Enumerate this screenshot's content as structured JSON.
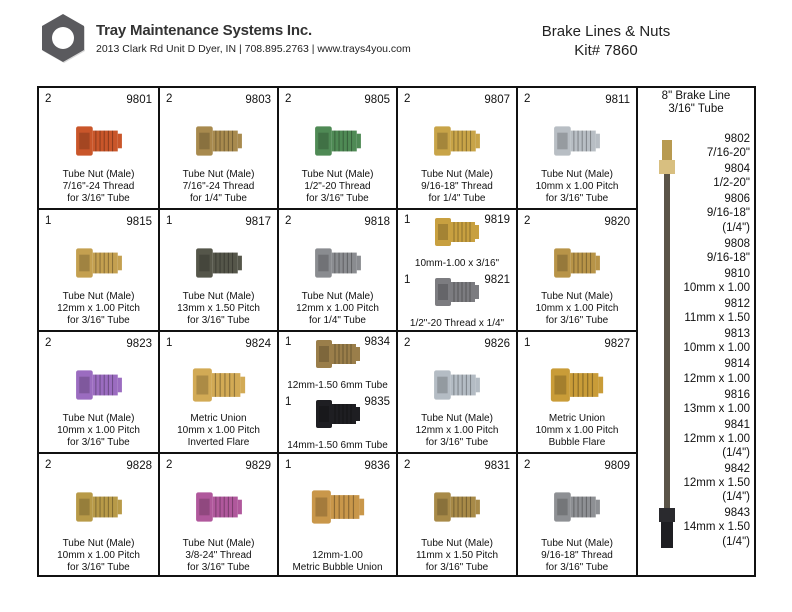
{
  "header": {
    "company_name": "Tray Maintenance Systems Inc.",
    "address_line": "2013 Clark Rd Unit D Dyer, IN | 708.895.2763 | www.trays4you.com",
    "kit_title": "Brake Lines & Nuts",
    "kit_number": "Kit# 7860"
  },
  "cells": [
    {
      "qty": "2",
      "sku": "9801",
      "lines": [
        "Tube Nut (Male)",
        "7/16\"-24 Thread",
        "for 3/16\" Tube"
      ],
      "color": "#c9562a"
    },
    {
      "qty": "2",
      "sku": "9803",
      "lines": [
        "Tube Nut (Male)",
        "7/16\"-24 Thread",
        "for 1/4\" Tube"
      ],
      "color": "#a88a4e"
    },
    {
      "qty": "2",
      "sku": "9805",
      "lines": [
        "Tube Nut (Male)",
        "1/2\"-20 Thread",
        "for 3/16\" Tube"
      ],
      "color": "#4f8a55"
    },
    {
      "qty": "2",
      "sku": "9807",
      "lines": [
        "Tube Nut (Male)",
        "9/16-18\" Thread",
        "for 1/4\" Tube"
      ],
      "color": "#c8a448"
    },
    {
      "qty": "2",
      "sku": "9811",
      "lines": [
        "Tube Nut (Male)",
        "10mm x 1.00 Pitch",
        "for 3/16\" Tube"
      ],
      "color": "#b8bec4"
    },
    {
      "qty": "1",
      "sku": "9815",
      "lines": [
        "Tube Nut (Male)",
        "12mm x 1.00 Pitch",
        "for 3/16\" Tube"
      ],
      "color": "#c4a050"
    },
    {
      "qty": "1",
      "sku": "9817",
      "lines": [
        "Tube Nut (Male)",
        "13mm x 1.50 Pitch",
        "for 3/16\" Tube"
      ],
      "color": "#55564a"
    },
    {
      "qty": "2",
      "sku": "9818",
      "lines": [
        "Tube Nut (Male)",
        "12mm x 1.00 Pitch",
        "for 1/4\" Tube"
      ],
      "color": "#8a8c90"
    },
    {
      "split": true,
      "top": {
        "qty": "1",
        "sku": "9819",
        "label": "10mm-1.00 x 3/16\"",
        "color": "#c8a040"
      },
      "bottom": {
        "qty": "1",
        "sku": "9821",
        "label": "1/2\"-20 Thread x 1/4\"",
        "color": "#7c7c80"
      }
    },
    {
      "qty": "2",
      "sku": "9820",
      "lines": [
        "Tube Nut (Male)",
        "10mm x 1.00 Pitch",
        "for 3/16\" Tube"
      ],
      "color": "#b89448"
    },
    {
      "qty": "2",
      "sku": "9823",
      "lines": [
        "Tube Nut (Male)",
        "10mm x 1.00 Pitch",
        "for 3/16\" Tube"
      ],
      "color": "#9b6cc0"
    },
    {
      "qty": "1",
      "sku": "9824",
      "lines": [
        "Metric Union",
        "10mm x 1.00 Pitch",
        "Inverted Flare"
      ],
      "color": "#d2aa55"
    },
    {
      "split": true,
      "top": {
        "qty": "1",
        "sku": "9834",
        "label": "12mm-1.50 6mm Tube",
        "color": "#9a7e4a"
      },
      "bottom": {
        "qty": "1",
        "sku": "9835",
        "label": "14mm-1.50 6mm Tube",
        "color": "#1e1e22"
      }
    },
    {
      "qty": "2",
      "sku": "9826",
      "lines": [
        "Tube Nut (Male)",
        "12mm x 1.00 Pitch",
        "for 3/16\" Tube"
      ],
      "color": "#b4bcc4"
    },
    {
      "qty": "1",
      "sku": "9827",
      "lines": [
        "Metric Union",
        "10mm x 1.00 Pitch",
        "Bubble Flare"
      ],
      "color": "#c99c38"
    },
    {
      "qty": "2",
      "sku": "9828",
      "lines": [
        "Tube Nut (Male)",
        "10mm x 1.00 Pitch",
        "for 3/16\" Tube"
      ],
      "color": "#b89a48"
    },
    {
      "qty": "2",
      "sku": "9829",
      "lines": [
        "Tube Nut (Male)",
        "3/8-24\" Thread",
        "for 3/16\" Tube"
      ],
      "color": "#b0589c"
    },
    {
      "qty": "1",
      "sku": "9836",
      "lines": [
        "",
        "12mm-1.00",
        "Metric Bubble Union"
      ],
      "color": "#c9974a"
    },
    {
      "qty": "2",
      "sku": "9831",
      "lines": [
        "Tube Nut (Male)",
        "11mm x 1.50 Pitch",
        "for 3/16\" Tube"
      ],
      "color": "#a88a48"
    },
    {
      "qty": "2",
      "sku": "9809",
      "lines": [
        "Tube Nut (Male)",
        "9/16-18\" Thread",
        "for 3/16\" Tube"
      ],
      "color": "#8e9094"
    }
  ],
  "brake_line": {
    "title_line1": "8\" Brake Line",
    "title_line2": "3/16\" Tube",
    "items": [
      {
        "sku": "9802",
        "size": "7/16-20\"",
        "note": ""
      },
      {
        "sku": "9804",
        "size": "1/2-20\"",
        "note": ""
      },
      {
        "sku": "9806",
        "size": "9/16-18\"",
        "note": "(1/4\")"
      },
      {
        "sku": "9808",
        "size": "9/16-18\"",
        "note": ""
      },
      {
        "sku": "9810",
        "size": "10mm x 1.00",
        "note": ""
      },
      {
        "sku": "9812",
        "size": "11mm x 1.50",
        "note": ""
      },
      {
        "sku": "9813",
        "size": "10mm x 1.00",
        "note": ""
      },
      {
        "sku": "9814",
        "size": "12mm x 1.00",
        "note": ""
      },
      {
        "sku": "9816",
        "size": "13mm x 1.00",
        "note": ""
      },
      {
        "sku": "9841",
        "size": "12mm x 1.00",
        "note": "(1/4\")"
      },
      {
        "sku": "9842",
        "size": "12mm x 1.50",
        "note": "(1/4\")"
      },
      {
        "sku": "9843",
        "size": "14mm x 1.50",
        "note": "(1/4\")"
      }
    ]
  }
}
